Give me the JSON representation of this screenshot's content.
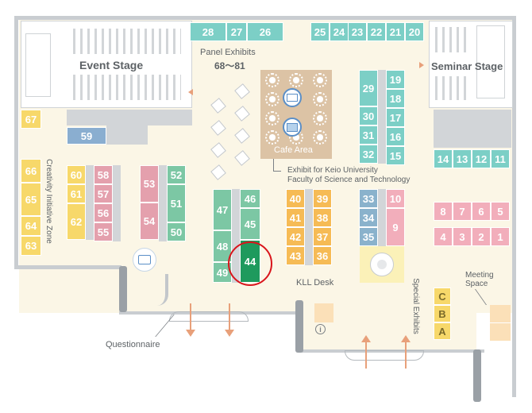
{
  "labels": {
    "event_stage": "Event Stage",
    "seminar_stage": "Seminar Stage",
    "panel_exhibits_line1": "Panel Exhibits",
    "panel_exhibits_line2": "68～81",
    "cafe_area": "Cafe Area",
    "keio_line1": "Exhibit for Keio University",
    "keio_line2": "Faculty of Science and Technology",
    "creativity_zone": "Creativity Initiative Zone",
    "kll_desk": "KLL Desk",
    "special_exhibits": "Special Exhibits",
    "meeting_line1": "Meeting",
    "meeting_line2": "Space",
    "questionnaire": "Questionnaire"
  },
  "booths": {
    "top_row": [
      "28",
      "27",
      "26",
      "25",
      "24",
      "23",
      "22",
      "21",
      "20"
    ],
    "b67": "67",
    "b59": "59",
    "left_zone": [
      "66",
      "65",
      "64",
      "63"
    ],
    "col_a": [
      "60",
      "61",
      "62"
    ],
    "col_b": [
      "58",
      "57",
      "56",
      "55"
    ],
    "col_c": [
      "53",
      "54"
    ],
    "col_d": [
      "52",
      "51",
      "50"
    ],
    "col_e": [
      "47",
      "48",
      "49"
    ],
    "col_f": [
      "46",
      "45",
      "44"
    ],
    "col_g": [
      "40",
      "41",
      "42",
      "43"
    ],
    "col_h": [
      "39",
      "38",
      "37",
      "36"
    ],
    "col_i": [
      "33",
      "34",
      "35"
    ],
    "col_j": [
      "10",
      "9"
    ],
    "col_k": [
      "29",
      "30",
      "31",
      "32"
    ],
    "col_l": [
      "19",
      "18",
      "17",
      "16",
      "15"
    ],
    "row_m": [
      "14",
      "13",
      "12",
      "11"
    ],
    "row_n": [
      "8",
      "7",
      "6",
      "5"
    ],
    "row_o": [
      "4",
      "3",
      "2",
      "1"
    ],
    "special": [
      "C",
      "B",
      "A"
    ],
    "highlighted": "44"
  },
  "colors": {
    "teal": "#7ccfc6",
    "yellow": "#f7d86a",
    "pink": "#e4a0ad",
    "pink_light": "#f2aebb",
    "green": "#7cc7a4",
    "green_dark": "#1e9a5d",
    "orange": "#f6bb55",
    "blue": "#8aaed0",
    "slate": "#8ab2cc",
    "highlight_circle": "#d9141b"
  },
  "icons": [
    "cafe-chairs-icon",
    "vote-box-icon",
    "presentation-icon",
    "robot-icon",
    "info-icon",
    "entrance-arrow-icon"
  ]
}
